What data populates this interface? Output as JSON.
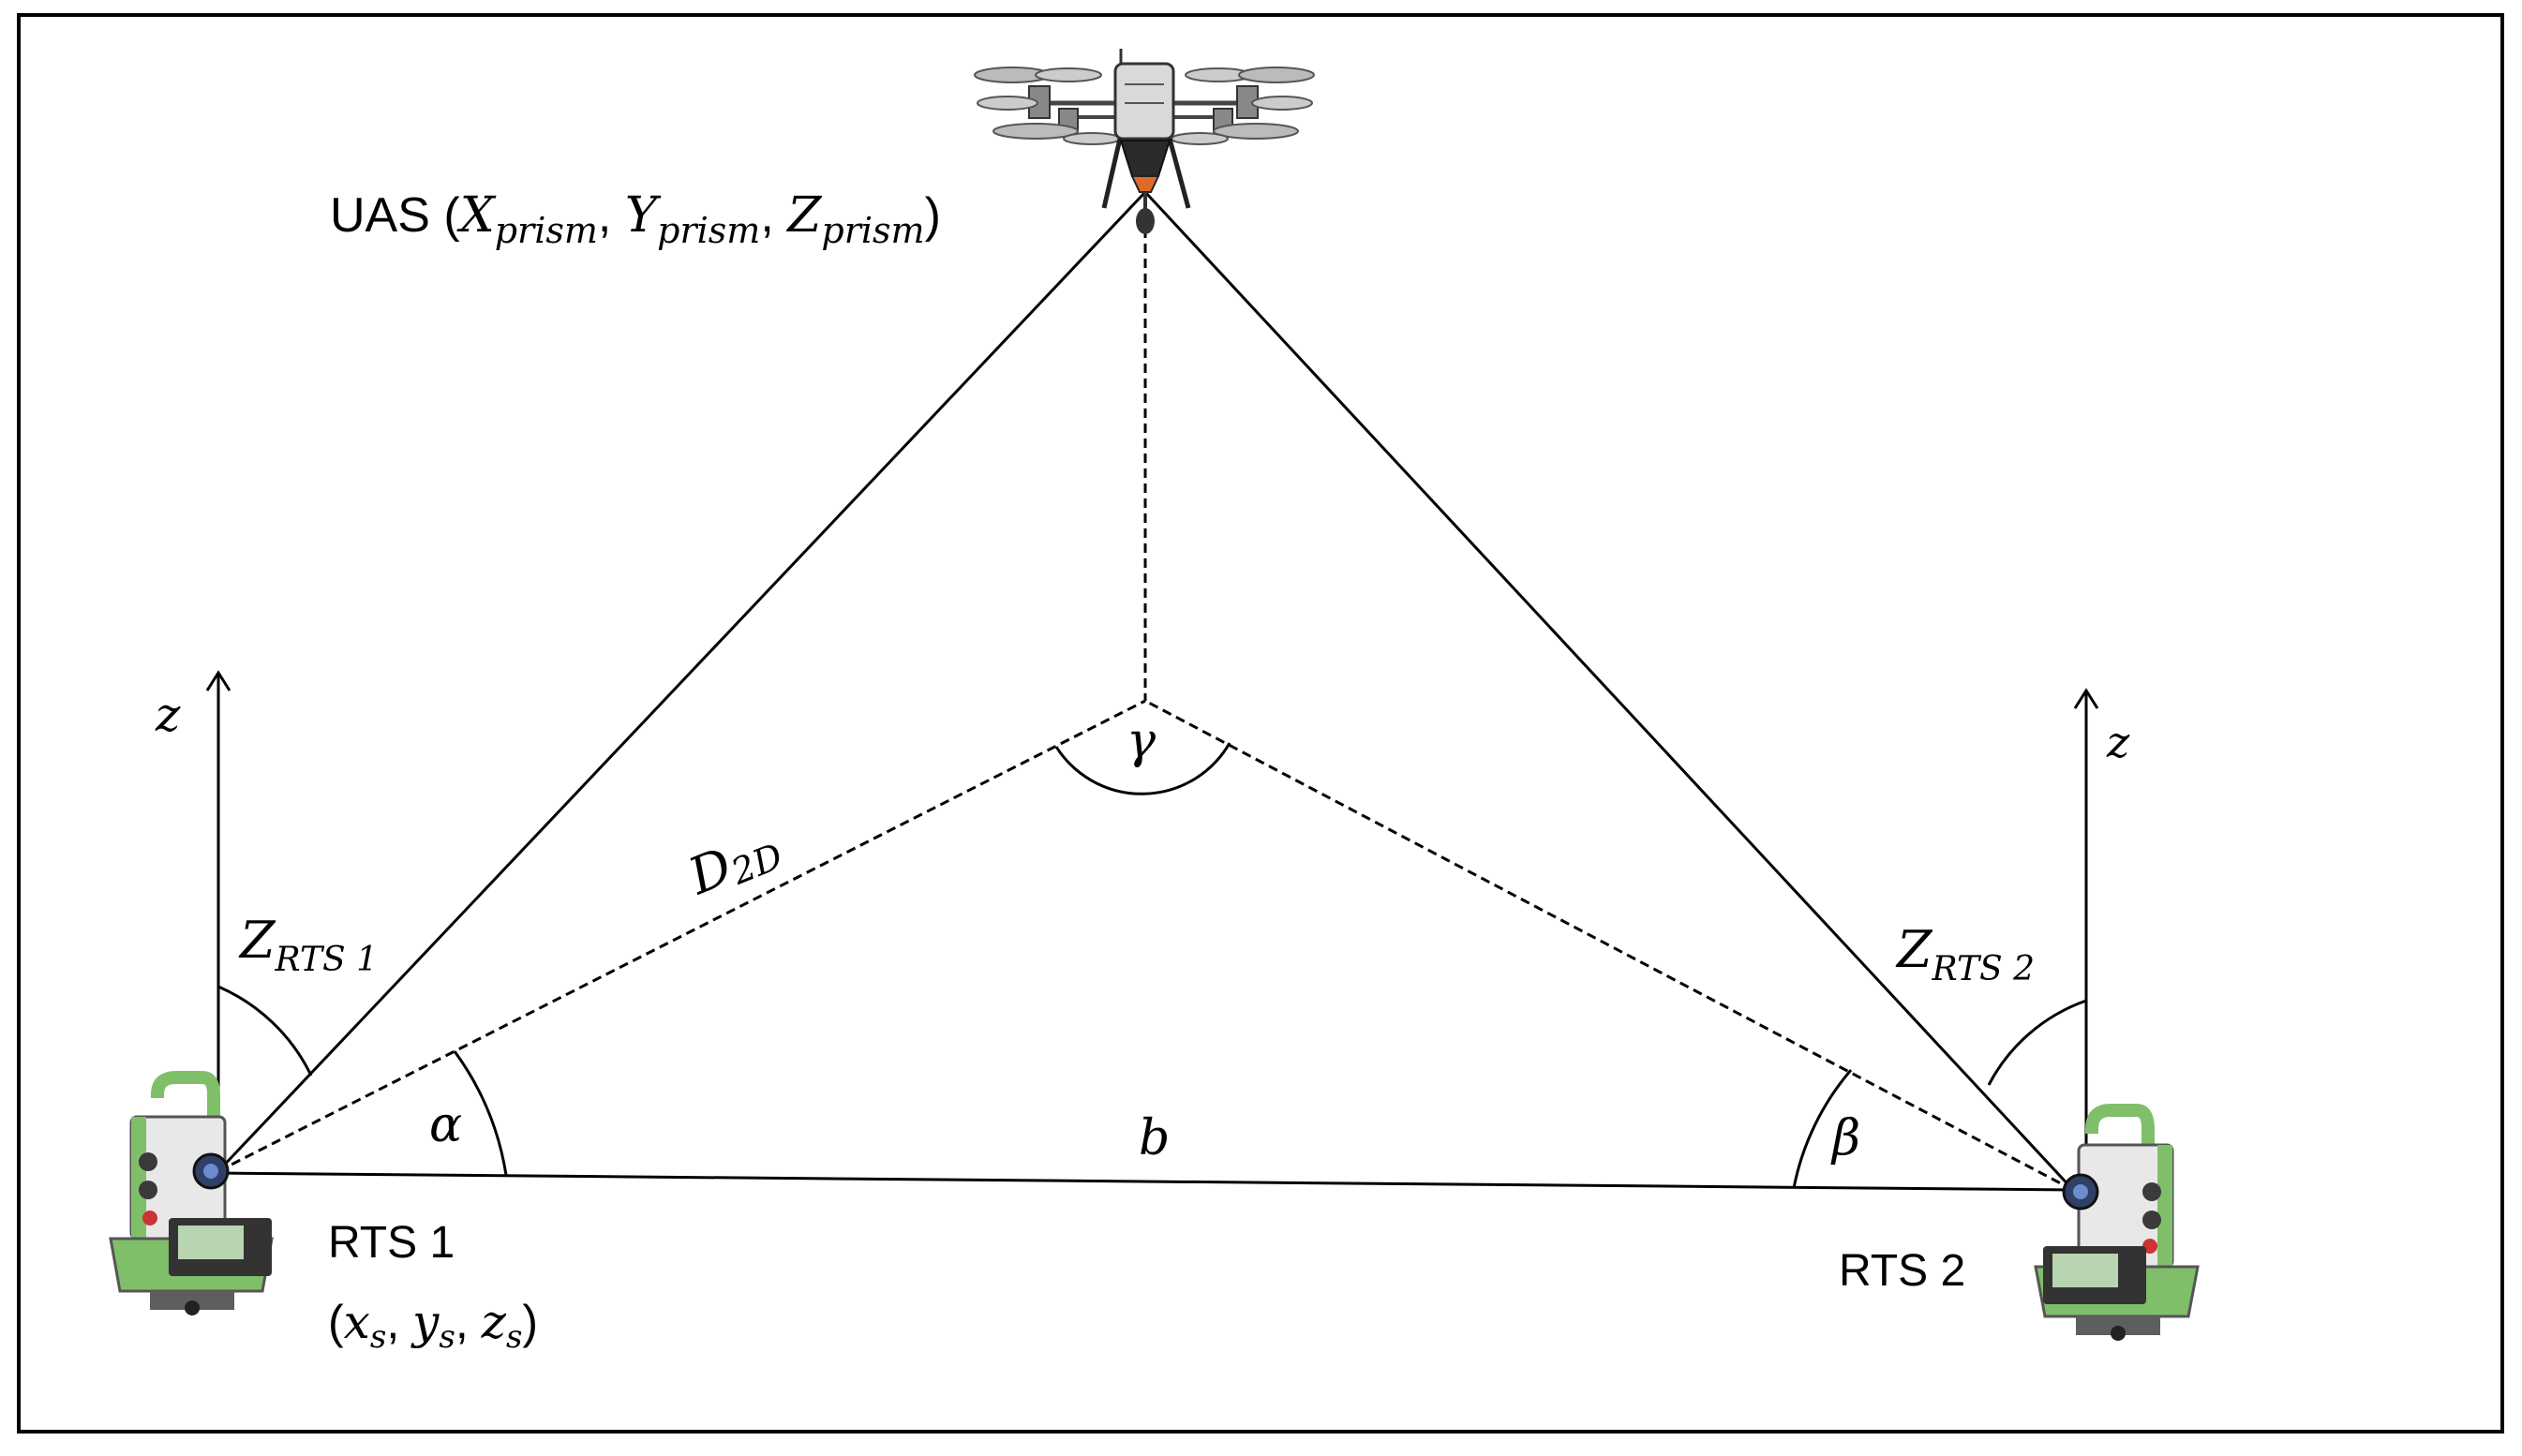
{
  "labels": {
    "uas_prefix": "UAS (",
    "uas_X": "X",
    "uas_X_sub": "prism",
    "uas_Y": "Y",
    "uas_Y_sub": "prism",
    "uas_Z": "Z",
    "uas_Z_sub": "prism",
    "uas_comma": ", ",
    "uas_suffix": ")",
    "rts1": "RTS 1",
    "rts1_coords_open": "(",
    "rts1_x": "x",
    "rts1_y": "y",
    "rts1_z": "z",
    "rts1_sub": "s",
    "rts1_comma": ", ",
    "rts1_coords_close": ")",
    "rts2": "RTS 2",
    "z_axis_1": "z",
    "z_axis_2": "z",
    "zen1_main": "Z",
    "zen1_sub": "RTS 1",
    "zen2_main": "Z",
    "zen2_sub": "RTS 2",
    "d2d_main": "D",
    "d2d_sub": "2D",
    "alpha": "α",
    "beta": "β",
    "gamma": "γ",
    "baseline": "b"
  },
  "colors": {
    "line": "#000000",
    "instrument_green": "#7fbf6a",
    "instrument_body": "#e8e8e8",
    "instrument_dark": "#3a3a3a",
    "drone_body": "#d9d9d9",
    "prism_orange": "#e06a2a"
  }
}
